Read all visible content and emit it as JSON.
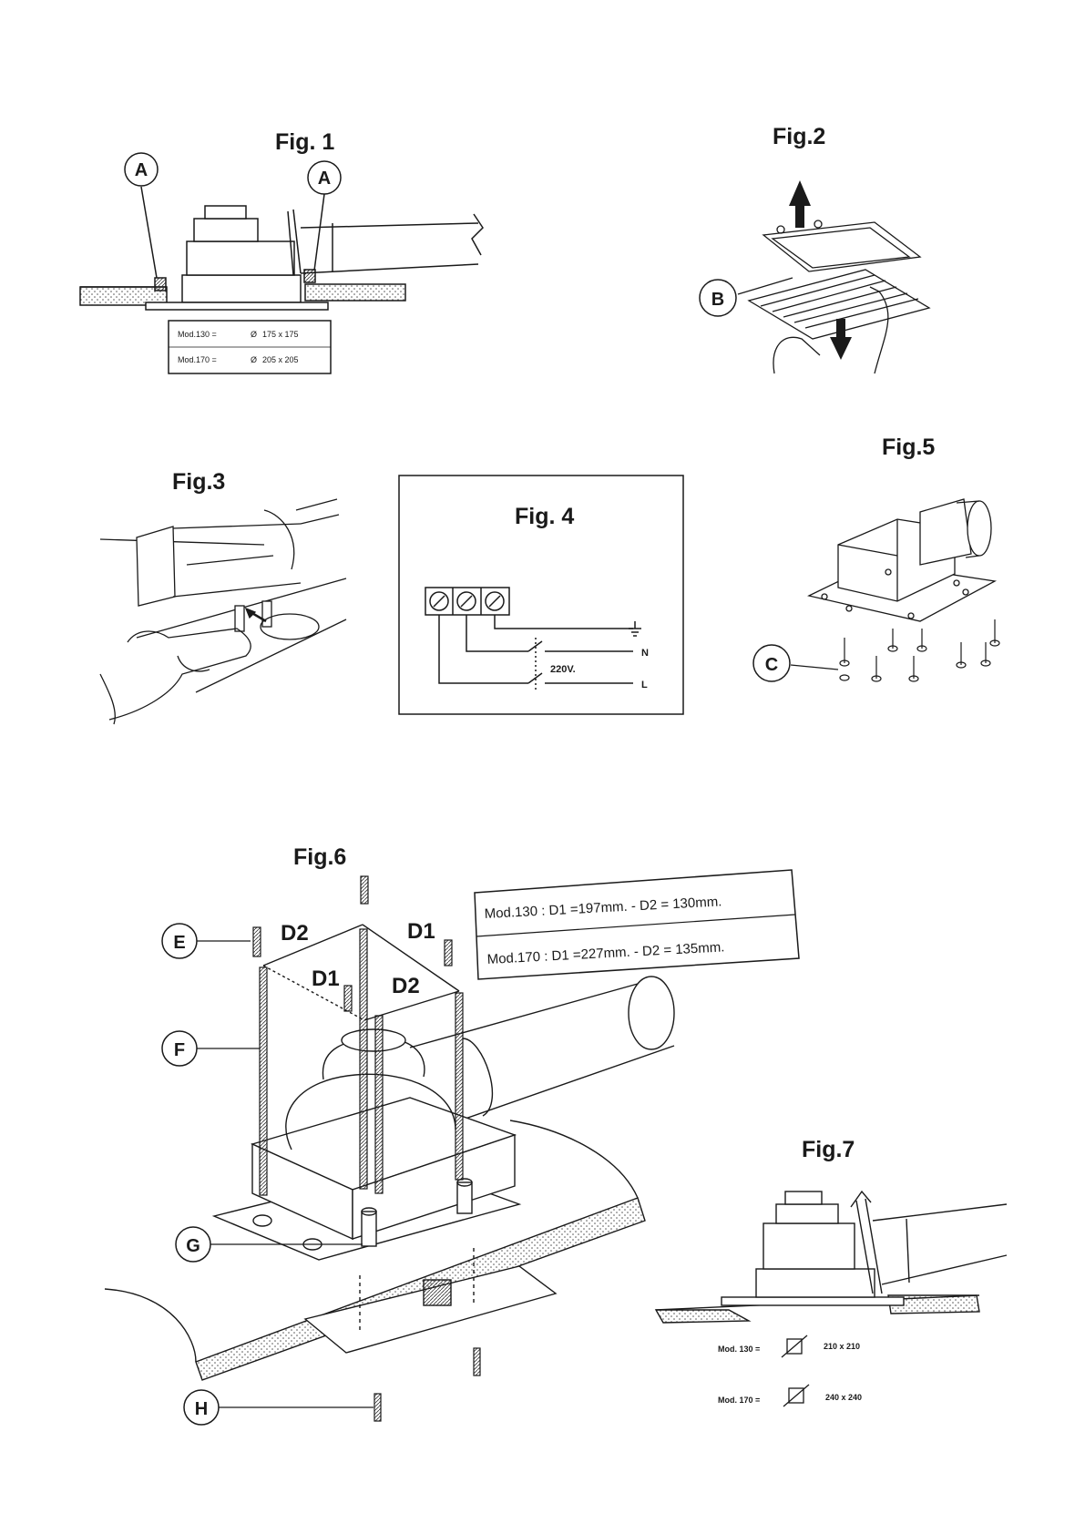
{
  "figures": {
    "fig1": {
      "title": "Fig. 1",
      "callouts": [
        "A",
        "A"
      ],
      "rows": [
        {
          "model": "Mod.130 =",
          "size": "175 x 175"
        },
        {
          "model": "Mod.170 =",
          "size": "205 x 205"
        }
      ]
    },
    "fig2": {
      "title": "Fig.2",
      "callouts": [
        "B"
      ]
    },
    "fig3": {
      "title": "Fig.3"
    },
    "fig4": {
      "title": "Fig. 4",
      "voltage": "220V.",
      "terminals": [
        "N",
        "L"
      ]
    },
    "fig5": {
      "title": "Fig.5",
      "callouts": [
        "C"
      ]
    },
    "fig6": {
      "title": "Fig.6",
      "callouts": [
        "E",
        "F",
        "G",
        "H"
      ],
      "dimensions": [
        "D2",
        "D1",
        "D1",
        "D2"
      ],
      "table": [
        "Mod.130 : D1 =197mm. - D2 = 130mm.",
        "Mod.170 : D1 =227mm. - D2 = 135mm."
      ]
    },
    "fig7": {
      "title": "Fig.7",
      "rows": [
        {
          "model": "Mod. 130 =",
          "size": "210 x 210"
        },
        {
          "model": "Mod. 170 =",
          "size": "240 x 240"
        }
      ]
    }
  }
}
